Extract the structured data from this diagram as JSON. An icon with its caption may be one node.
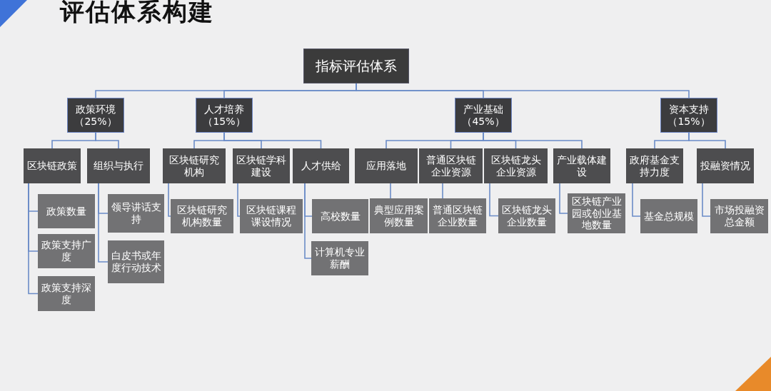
{
  "diagram": {
    "title": "评估体系构建",
    "nodes": [
      {
        "text": [
          "指标评估体系"
        ]
      },
      {
        "text": [
          "政策环境",
          "（25%）"
        ]
      },
      {
        "text": [
          "人才培养",
          "（15%）"
        ]
      },
      {
        "text": [
          "产业基础",
          "（45%）"
        ]
      },
      {
        "text": [
          "资本支持",
          "（15%）"
        ]
      },
      {
        "text": [
          "区块链政策"
        ]
      },
      {
        "text": [
          "组织与执行"
        ]
      },
      {
        "text": [
          "区块链研究机构"
        ]
      },
      {
        "text": [
          "区块链学科建设"
        ]
      },
      {
        "text": [
          "人才供给"
        ]
      },
      {
        "text": [
          "应用落地"
        ]
      },
      {
        "text": [
          "普通区块链企业资源"
        ]
      },
      {
        "text": [
          "区块链龙头企业资源"
        ]
      },
      {
        "text": [
          "产业载体建设"
        ]
      },
      {
        "text": [
          "政府基金支持力度"
        ]
      },
      {
        "text": [
          "投融资情况"
        ]
      },
      {
        "text": [
          "政策数量"
        ]
      },
      {
        "text": [
          "政策支持广度"
        ]
      },
      {
        "text": [
          "政策支持深度"
        ]
      },
      {
        "text": [
          "领导讲话支持"
        ]
      },
      {
        "text": [
          "白皮书或年度行动技术"
        ]
      },
      {
        "text": [
          "区块链研究机构数量"
        ]
      },
      {
        "text": [
          "区块链课程课设情况"
        ]
      },
      {
        "text": [
          "高校数量"
        ]
      },
      {
        "text": [
          "计算机专业薪酬"
        ]
      },
      {
        "text": [
          "典型应用案例数量"
        ]
      },
      {
        "text": [
          "普通区块链企业数量"
        ]
      },
      {
        "text": [
          "区块链龙头企业数量"
        ]
      },
      {
        "text": [
          "区块链产业园或创业基地数量"
        ]
      },
      {
        "text": [
          "基金总规模"
        ]
      },
      {
        "text": [
          "市场投融资总金额"
        ]
      }
    ],
    "edges": [
      {
        "from": 0,
        "to": 1,
        "arrow": "none"
      },
      {
        "from": 0,
        "to": 2,
        "arrow": "none"
      },
      {
        "from": 0,
        "to": 3,
        "arrow": "none"
      },
      {
        "from": 0,
        "to": 4,
        "arrow": "none"
      },
      {
        "from": 1,
        "to": 5,
        "arrow": "none"
      },
      {
        "from": 1,
        "to": 6,
        "arrow": "none"
      },
      {
        "from": 2,
        "to": 7,
        "arrow": "none"
      },
      {
        "from": 2,
        "to": 8,
        "arrow": "none"
      },
      {
        "from": 2,
        "to": 9,
        "arrow": "none"
      },
      {
        "from": 3,
        "to": 10,
        "arrow": "none"
      },
      {
        "from": 3,
        "to": 11,
        "arrow": "none"
      },
      {
        "from": 3,
        "to": 12,
        "arrow": "none"
      },
      {
        "from": 3,
        "to": 13,
        "arrow": "none"
      },
      {
        "from": 4,
        "to": 14,
        "arrow": "none"
      },
      {
        "from": 4,
        "to": 15,
        "arrow": "none"
      },
      {
        "from": 5,
        "to": 16,
        "arrow": "none"
      },
      {
        "from": 5,
        "to": 17,
        "arrow": "none"
      },
      {
        "from": 5,
        "to": 18,
        "arrow": "none"
      },
      {
        "from": 6,
        "to": 19,
        "arrow": "none"
      },
      {
        "from": 6,
        "to": 20,
        "arrow": "none"
      },
      {
        "from": 7,
        "to": 21,
        "arrow": "none"
      },
      {
        "from": 8,
        "to": 22,
        "arrow": "none"
      },
      {
        "from": 9,
        "to": 23,
        "arrow": "none"
      },
      {
        "from": 9,
        "to": 24,
        "arrow": "none"
      },
      {
        "from": 10,
        "to": 25,
        "arrow": "none"
      },
      {
        "from": 11,
        "to": 26,
        "arrow": "none"
      },
      {
        "from": 12,
        "to": 27,
        "arrow": "none"
      },
      {
        "from": 13,
        "to": 28,
        "arrow": "none"
      },
      {
        "from": 14,
        "to": 29,
        "arrow": "none"
      },
      {
        "from": 15,
        "to": 30,
        "arrow": "none"
      }
    ]
  }
}
